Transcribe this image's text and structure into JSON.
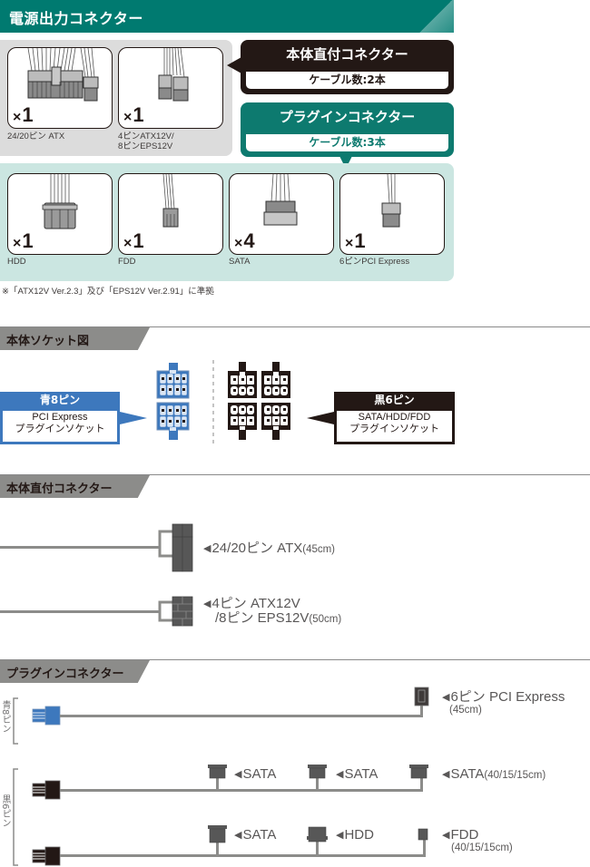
{
  "header": {
    "title": "電源出力コネクター"
  },
  "direct_panel": {
    "items": [
      {
        "qty": "1",
        "label": "24/20ピン ATX",
        "icon": "atx-24-20-pin-connector-icon"
      },
      {
        "qty": "1",
        "label": "4ピンATX12V/\n8ピンEPS12V",
        "icon": "atx12v-eps12v-connector-icon"
      }
    ]
  },
  "callouts": {
    "direct": {
      "title": "本体直付コネクター",
      "sub": "ケーブル数:2本"
    },
    "plugin": {
      "title": "プラグインコネクター",
      "sub": "ケーブル数:3本"
    }
  },
  "plugin_panel": {
    "items": [
      {
        "qty": "1",
        "label": "HDD",
        "icon": "hdd-molex-connector-icon"
      },
      {
        "qty": "1",
        "label": "FDD",
        "icon": "fdd-connector-icon"
      },
      {
        "qty": "4",
        "label": "SATA",
        "icon": "sata-connector-icon"
      },
      {
        "qty": "1",
        "label": "6ピンPCI Express",
        "icon": "pcie-6-pin-connector-icon"
      }
    ]
  },
  "qty_prefix": "×",
  "footnote": "※「ATX12V Ver.2.3」及び「EPS12V Ver.2.91」に準拠",
  "socket_section": {
    "title": "本体ソケット図",
    "blue": {
      "title": "青8ピン",
      "line1": "PCI Express",
      "line2": "プラグインソケット"
    },
    "black": {
      "title": "黒6ピン",
      "line1": "SATA/HDD/FDD",
      "line2": "プラグインソケット"
    }
  },
  "direct_section": {
    "title": "本体直付コネクター",
    "cables": [
      {
        "name": "24/20ピン ATX",
        "length": "(45cm)"
      },
      {
        "name_line1": "4ピン ATX12V",
        "name_line2": "/8ピン EPS12V",
        "length": "(50cm)"
      }
    ]
  },
  "plugin_section": {
    "title": "プラグインコネクター",
    "blue_group_label": "青8ピン",
    "black_group_label": "黒6ピン",
    "pcie_cable": {
      "name": "6ピン PCI Express",
      "length": "(45cm)"
    },
    "sata_cable": {
      "connectors": [
        "SATA",
        "SATA",
        "SATA"
      ],
      "length": "(40/15/15cm)"
    },
    "mixed_cable": {
      "connectors": [
        "SATA",
        "HDD",
        "FDD"
      ],
      "length": "(40/15/15cm)"
    }
  },
  "colors": {
    "teal": "#007a70",
    "mint": "#cbe6e1",
    "blue": "#3d78bd",
    "black": "#231815",
    "gray": "#8c8c8a"
  }
}
